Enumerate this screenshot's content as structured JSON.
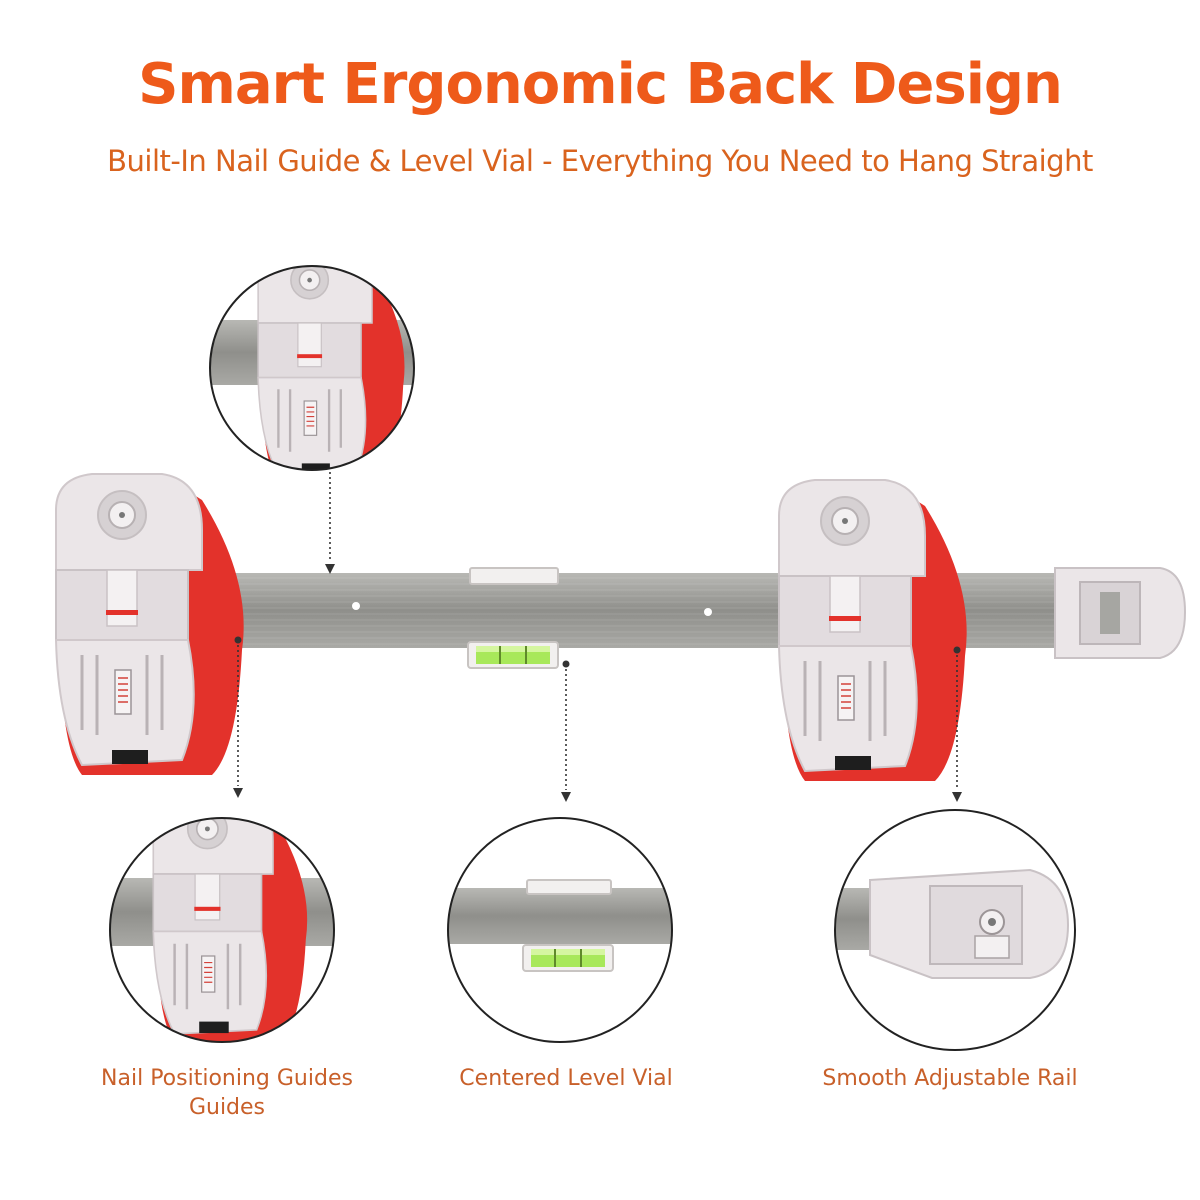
{
  "header": {
    "title": "Smart Ergonomic Back Design",
    "subtitle": "Built-In Nail Guide & Level Vial - Everything You Need to Hang Straight"
  },
  "features": [
    {
      "label": "Nail Positioning Guides Guides"
    },
    {
      "label": "Centered Level Vial"
    },
    {
      "label": "Smooth Adjustable Rail"
    }
  ],
  "colors": {
    "title": "#ee5a1a",
    "subtitle": "#d9631e",
    "caption": "#c8602a",
    "rail": "#9c9c98",
    "bracket": "#ebe6e8",
    "accent_red": "#e3322b",
    "vial": "#9ee24a",
    "outline": "#222222"
  }
}
